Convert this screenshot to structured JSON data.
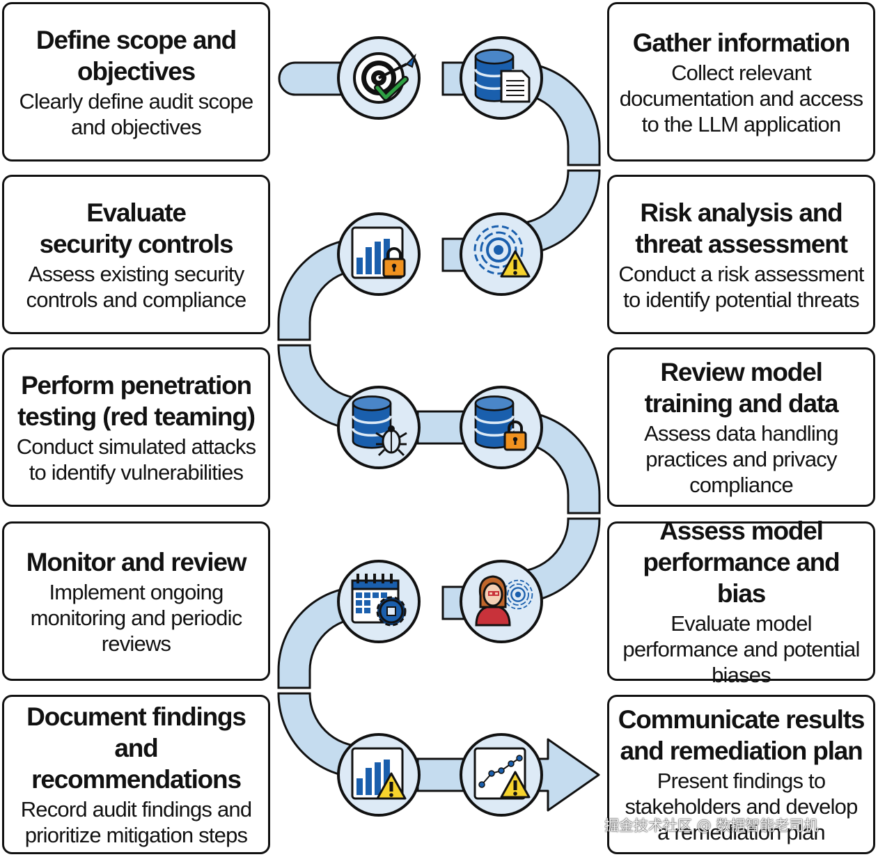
{
  "left_steps": [
    {
      "title": "Define scope and objectives",
      "desc": "Clearly define audit scope and objectives"
    },
    {
      "title": "Evaluate security controls",
      "desc": "Assess existing security controls and compliance"
    },
    {
      "title": "Perform penetration testing (red teaming)",
      "desc": "Conduct simulated attacks to identify vulnerabilities"
    },
    {
      "title": "Monitor and review",
      "desc": "Implement ongoing monitoring and periodic reviews"
    },
    {
      "title": "Document findings and recommendations",
      "desc": "Record audit findings and prioritize mitigation steps"
    }
  ],
  "right_steps": [
    {
      "title": "Gather information",
      "desc": "Collect relevant documentation and access to the LLM application"
    },
    {
      "title": "Risk analysis and threat assessment",
      "desc": "Conduct a risk assessment to identify potential threats"
    },
    {
      "title": "Review model training and data",
      "desc": "Assess data handling practices and privacy compliance"
    },
    {
      "title": "Assess model performance and bias",
      "desc": "Evaluate model performance and potential biases"
    },
    {
      "title": "Communicate results and remediation plan",
      "desc": "Present findings to stakeholders and develop a remediation plan"
    }
  ],
  "icons": [
    "target-check-icon",
    "database-document-icon",
    "radar-warning-icon",
    "chart-lock-icon",
    "database-bug-icon",
    "database-lock-icon",
    "person-radar-icon",
    "calendar-gear-icon",
    "chart-warning-icon",
    "trend-warning-icon"
  ],
  "colors": {
    "path_fill": "#c5dcef",
    "circle_fill": "#ddeaf6",
    "stroke": "#111111",
    "blue": "#1a5fad",
    "dark_blue": "#0d3f7a",
    "orange": "#f0921f",
    "yellow": "#f6d32d",
    "green": "#2ea043",
    "red": "#c8323a"
  },
  "watermark": "掘金技术社区 @ 数据智能老司机"
}
